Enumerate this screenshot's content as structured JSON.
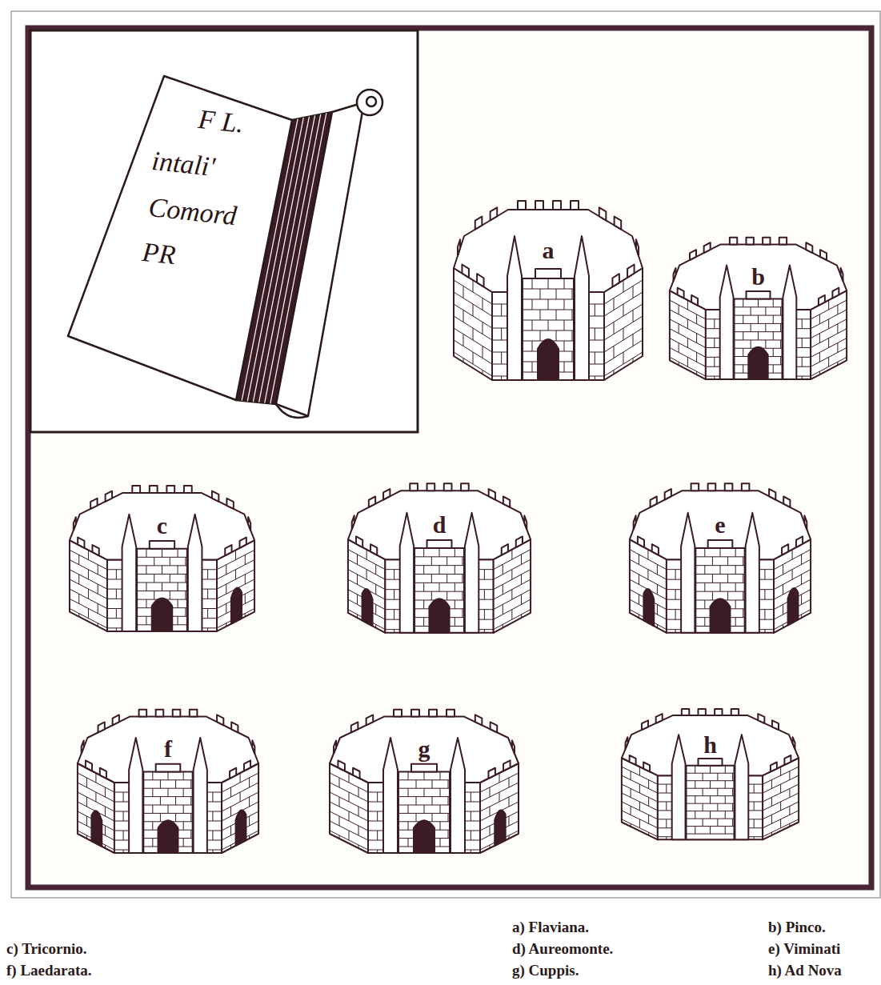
{
  "diagram": {
    "nodes": [
      {
        "text": [
          "a"
        ]
      },
      {
        "text": [
          "b"
        ]
      },
      {
        "text": [
          "c"
        ]
      },
      {
        "text": [
          "d"
        ]
      },
      {
        "text": [
          "e"
        ]
      },
      {
        "text": [
          "f"
        ]
      },
      {
        "text": [
          "g"
        ]
      },
      {
        "text": [
          "h"
        ]
      }
    ],
    "labels": [
      "F L.",
      "intali'",
      "Comord",
      "PR",
      "a) Flaviana.",
      "b) Pinco.",
      "c) Tricornio.",
      "d) Aureomonte.",
      "e) Viminati",
      "f) Laedarata.",
      "g) Cuppis.",
      "h) Ad Nova"
    ]
  }
}
